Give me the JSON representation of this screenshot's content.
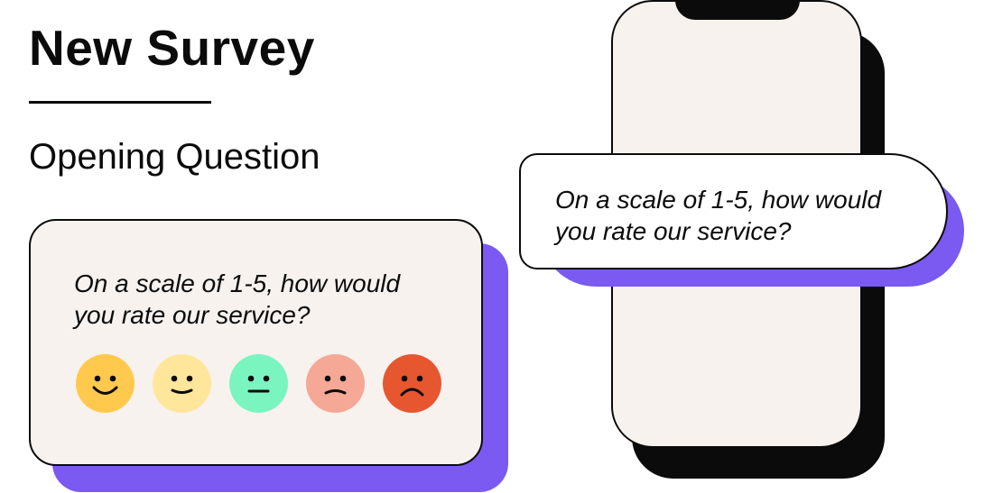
{
  "header": {
    "title": "New Survey",
    "subtitle": "Opening Question"
  },
  "card": {
    "question": "On a scale of 1-5, how would you rate our service?",
    "ratings": [
      {
        "icon": "big-smile-face-icon",
        "color": "#FFC94D"
      },
      {
        "icon": "smile-face-icon",
        "color": "#FFE69A"
      },
      {
        "icon": "neutral-face-icon",
        "color": "#7AF5C0"
      },
      {
        "icon": "slight-frown-face-icon",
        "color": "#F5A896"
      },
      {
        "icon": "frown-face-icon",
        "color": "#E65730"
      }
    ]
  },
  "phone": {
    "bubble_text": "On a scale of 1-5, how would you rate our service?"
  },
  "colors": {
    "card_background": "#F7F2EE",
    "accent_purple": "#7A5AF0",
    "ink": "#0B0B0B"
  }
}
